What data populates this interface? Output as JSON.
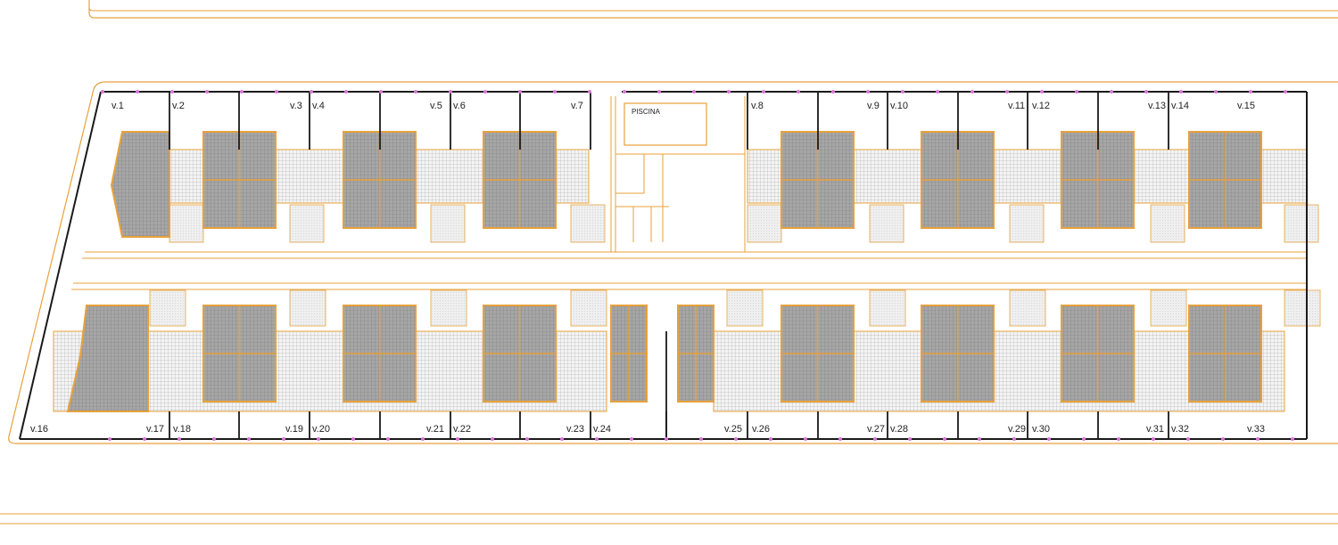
{
  "plan": {
    "pool_label": "PISCINA",
    "top_units": [
      "v.1",
      "v.2",
      "v.3",
      "v.4",
      "v.5",
      "v.6",
      "v.7",
      "v.8",
      "v.9",
      "v.10",
      "v.11",
      "v.12",
      "v.13",
      "v.14",
      "v.15"
    ],
    "bottom_units": [
      "v.16",
      "v.17",
      "v.18",
      "v.19",
      "v.20",
      "v.21",
      "v.22",
      "v.23",
      "v.24",
      "v.25",
      "v.26",
      "v.27",
      "v.28",
      "v.29",
      "v.30",
      "v.31",
      "v.32",
      "v.33"
    ]
  },
  "colors": {
    "outline": "#e8a13a",
    "wall": "#1a1a1a",
    "joint": "#d977d9",
    "roof": "#9a9a9a",
    "mesh": "#c9c9c9"
  }
}
